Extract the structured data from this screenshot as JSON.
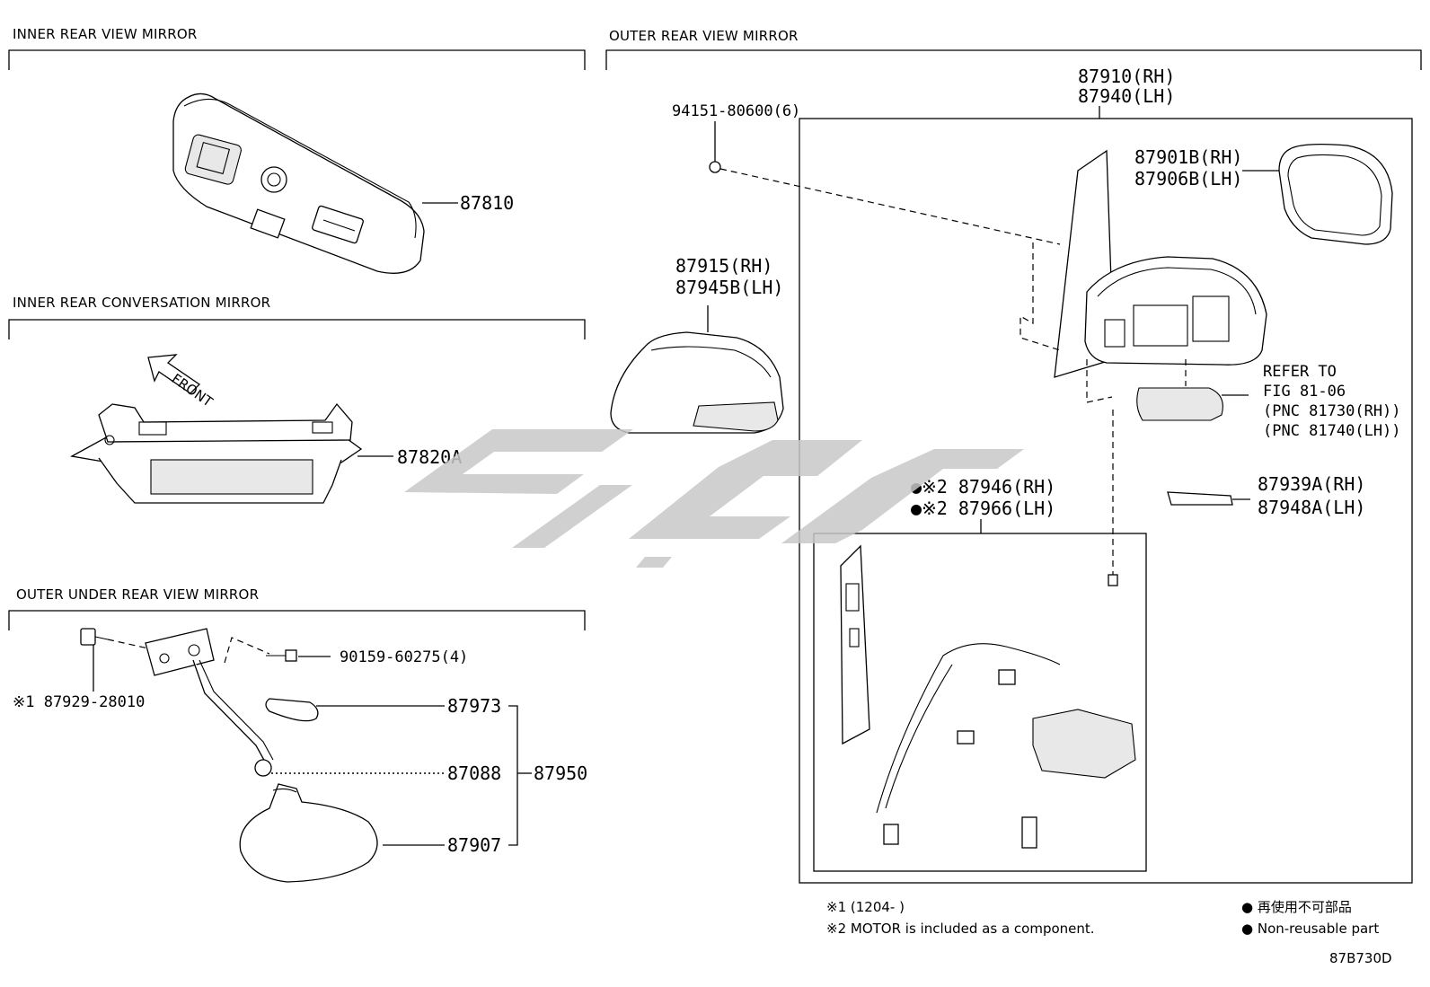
{
  "sections": {
    "inner_rear_view": "INNER REAR VIEW MIRROR",
    "inner_rear_conversation": "INNER REAR CONVERSATION MIRROR",
    "outer_under_rear_view": "OUTER UNDER REAR VIEW MIRROR",
    "outer_rear_view": "OUTER REAR VIEW MIRROR"
  },
  "front_arrow": "FRONT",
  "parts": {
    "p87810": "87810",
    "p87820A": "87820A",
    "p87929": "※1 87929-28010",
    "p90159": "90159-60275(4)",
    "p87973": "87973",
    "p87088": "87088",
    "p87950": "87950",
    "p87907": "87907",
    "p94151": "94151-80600(6)",
    "p87915_rh": "87915(RH)",
    "p87945b_lh": "87945B(LH)",
    "p87910_rh": "87910(RH)",
    "p87940_lh": "87940(LH)",
    "p87901b_rh": "87901B(RH)",
    "p87906b_lh": "87906B(LH)",
    "refer_1": "REFER TO",
    "refer_2": "FIG 81-06",
    "refer_3": "(PNC 81730(RH))",
    "refer_4": "(PNC 81740(LH))",
    "p87939a_rh": "87939A(RH)",
    "p87948a_lh": "87948A(LH)",
    "p87946_rh": "●※2 87946(RH)",
    "p87966_lh": "●※2 87966(LH)"
  },
  "notes": {
    "n1": "※1 (1204-      )",
    "n2": "※2 MOTOR is included as a component."
  },
  "legend": {
    "jp": "● 再使用不可部品",
    "en": "● Non-reusable part"
  },
  "figure_code": "87B730D",
  "colors": {
    "watermark": "#c8c8c8",
    "line": "#000000"
  }
}
